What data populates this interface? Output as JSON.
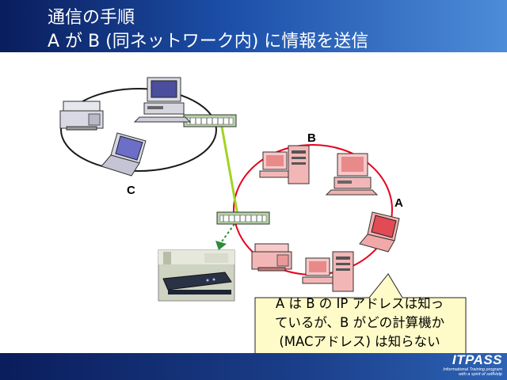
{
  "slide": {
    "title_line1": "通信の手順",
    "title_line2": "A が B (同ネットワーク内) に情報を送信"
  },
  "labels": {
    "b": "B",
    "c": "C",
    "a": "A"
  },
  "callout": {
    "line1": "A は B の IP アドレスは知っ",
    "line2": "ているが、B がどの計算機か",
    "line3": "(MACアドレス) は知らない"
  },
  "logo": {
    "name": "ITPASS",
    "tagline1": "Informational Training program",
    "tagline2": "with a spirit of selfHelp"
  },
  "colors": {
    "header_dark": "#0a1d5c",
    "header_light": "#4d8cd8",
    "network_ring_red": "#e8001c",
    "link_line_green": "#a3d322",
    "callout_fill": "#fffbc8",
    "pc_pink": "#f39a9a",
    "laptop_red": "#e24b55"
  }
}
